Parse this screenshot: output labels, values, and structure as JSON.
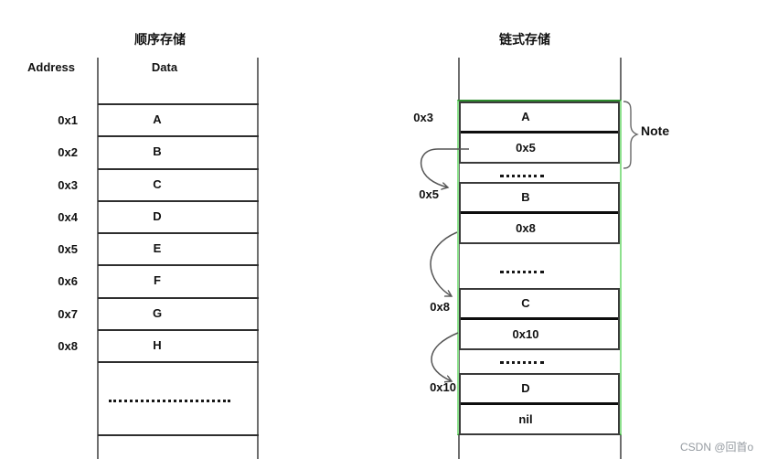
{
  "left": {
    "title": "顺序存储",
    "address_header": "Address",
    "data_header": "Data",
    "rows": [
      {
        "address": "0x1",
        "value": "A"
      },
      {
        "address": "0x2",
        "value": "B"
      },
      {
        "address": "0x3",
        "value": "C"
      },
      {
        "address": "0x4",
        "value": "D"
      },
      {
        "address": "0x5",
        "value": "E"
      },
      {
        "address": "0x6",
        "value": "F"
      },
      {
        "address": "0x7",
        "value": "G"
      },
      {
        "address": "0x8",
        "value": "H"
      }
    ]
  },
  "right": {
    "title": "链式存储",
    "note_label": "Note",
    "nodes": [
      {
        "address": "0x3",
        "value": "A",
        "next": "0x5"
      },
      {
        "address": "0x5",
        "value": "B",
        "next": "0x8"
      },
      {
        "address": "0x8",
        "value": "C",
        "next": "0x10"
      },
      {
        "address": "0x10",
        "value": "D",
        "next": "nil"
      }
    ]
  },
  "watermark": "CSDN @回首o",
  "colors": {
    "green_dark": "#2e8b2e",
    "green_light": "#8de08d",
    "line_gray": "#6e6e6e",
    "arrow_gray": "#555555",
    "text": "#111111",
    "watermark_gray": "#949aa0"
  }
}
